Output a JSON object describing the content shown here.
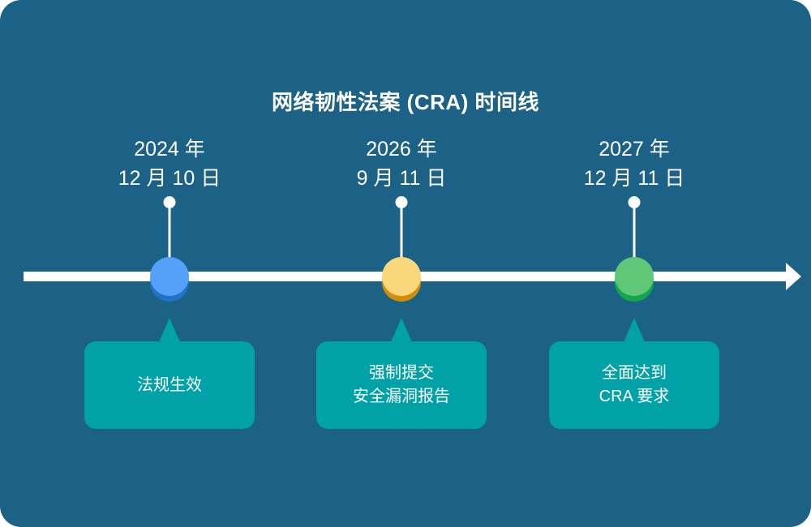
{
  "colors": {
    "background": "#1c6186",
    "surface_behind_canvas": "#ffffff",
    "timeline": "#ffffff",
    "callout": "#00a2a8",
    "text": "#ffffff"
  },
  "title": "网络韧性法案 (CRA) 时间线",
  "milestones": [
    {
      "date_line1": "2024 年",
      "date_line2": "12 月 10 日",
      "label": "法规生效",
      "dot_color": "#55a0f8",
      "dot_shadow": "#2173c8"
    },
    {
      "date_line1": "2026 年",
      "date_line2": "9 月 11 日",
      "label": "强制提交\n安全漏洞报告",
      "dot_color": "#f8d87a",
      "dot_shadow": "#cf8d0a"
    },
    {
      "date_line1": "2027 年",
      "date_line2": "12 月 11 日",
      "label": "全面达到\nCRA 要求",
      "dot_color": "#5fc878",
      "dot_shadow": "#12a74d"
    }
  ]
}
